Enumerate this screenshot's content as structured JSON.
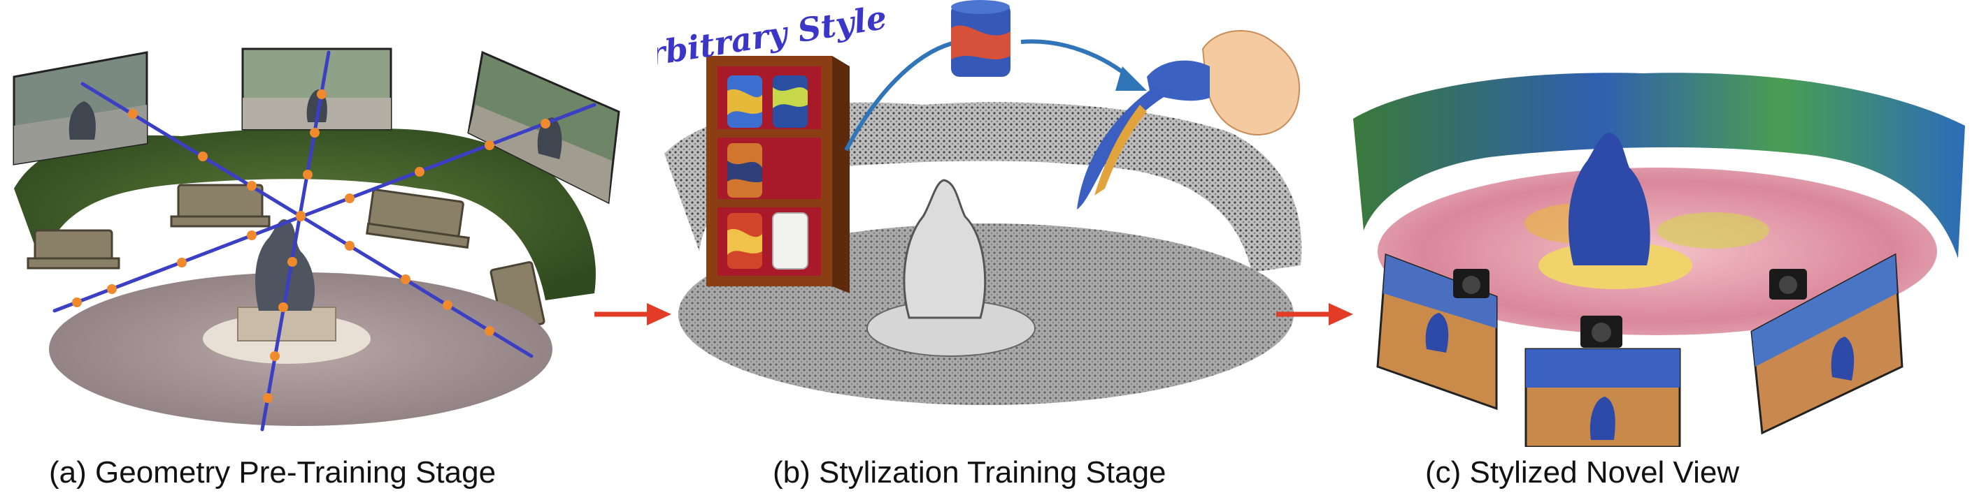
{
  "figure": {
    "stages": [
      {
        "caption": "(a) Geometry Pre-Training Stage"
      },
      {
        "caption": "(b) Stylization Training Stage",
        "style_label": "Arbitrary Style"
      },
      {
        "caption": "(c) Stylized Novel View"
      }
    ],
    "colors": {
      "ray": "#3a3fc4",
      "sample_point": "#f08a2c",
      "flow_arrow": "#e23b26",
      "style_arrow": "#2f75b8",
      "shelf": "#8b3d14",
      "shelf_back": "#a8192a",
      "style_label": "#3b36c8"
    },
    "icons": [
      "camera-icon",
      "hand-icon",
      "paint-cup-icon",
      "bookshelf-icon"
    ]
  }
}
